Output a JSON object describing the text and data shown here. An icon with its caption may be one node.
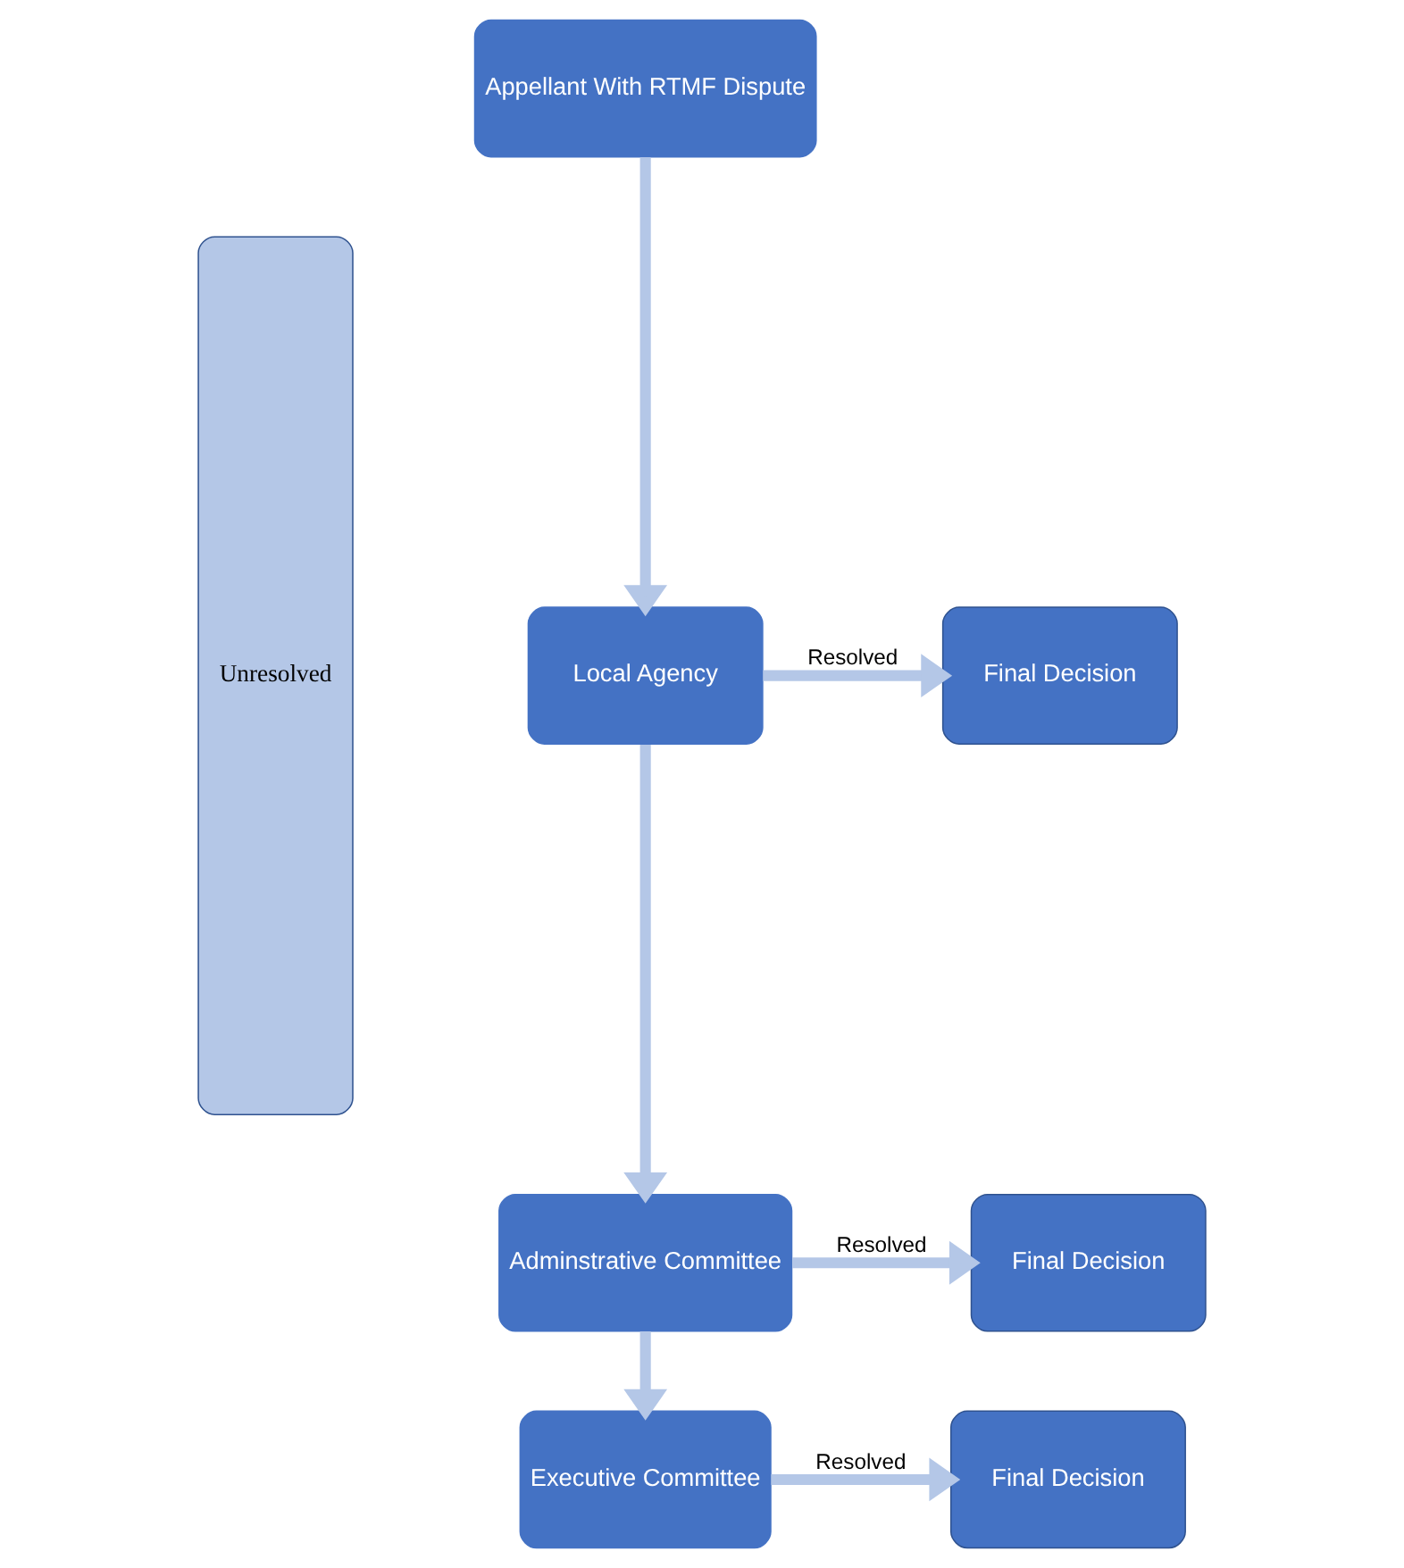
{
  "diagram": {
    "nodes": [
      {
        "text": [
          "Unresolved"
        ]
      },
      {
        "text": [
          "Appellant With RTMF Dispute"
        ]
      },
      {
        "text": [
          "Local Agency"
        ]
      },
      {
        "text": [
          "Adminstrative Committee"
        ]
      },
      {
        "text": [
          "Executive Committee"
        ]
      },
      {
        "text": [
          "Final Decision"
        ]
      },
      {
        "text": [
          "Final Decision"
        ]
      },
      {
        "text": [
          "Final Decision"
        ]
      }
    ],
    "edges": [
      {
        "from": 1,
        "to": 2,
        "arrow": "to"
      },
      {
        "from": 2,
        "to": 5,
        "arrow": "to",
        "label": "Resolved"
      },
      {
        "from": 2,
        "to": 3,
        "arrow": "to"
      },
      {
        "from": 3,
        "to": 6,
        "arrow": "to",
        "label": "Resolved"
      },
      {
        "from": 3,
        "to": 4,
        "arrow": "to"
      },
      {
        "from": 4,
        "to": 7,
        "arrow": "to",
        "label": "Resolved"
      }
    ]
  }
}
